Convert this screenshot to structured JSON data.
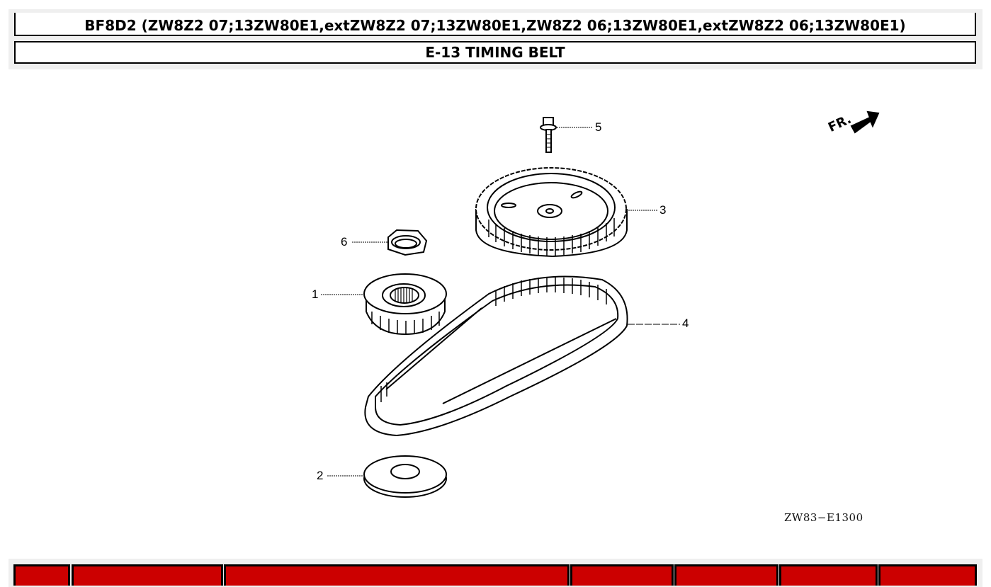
{
  "header": {
    "model_title": "BF8D2 (ZW8Z2 07;13ZW80E1,extZW8Z2 07;13ZW80E1,ZW8Z2 06;13ZW80E1,extZW8Z2 06;13ZW80E1)",
    "section_title": "E-13 TIMING BELT"
  },
  "diagram": {
    "direction_label": "FR.",
    "direction_icon": "arrow-front-icon",
    "reference_code": "ZW83−E1300",
    "callouts": [
      {
        "number": "1",
        "part": "driven pulley"
      },
      {
        "number": "2",
        "part": "pulley plate"
      },
      {
        "number": "3",
        "part": "timing pulley"
      },
      {
        "number": "4",
        "part": "timing belt"
      },
      {
        "number": "5",
        "part": "flange bolt"
      },
      {
        "number": "6",
        "part": "lock nut"
      }
    ]
  },
  "parts_table": {
    "header_color": "#cc0000",
    "columns": [
      {
        "label": ""
      },
      {
        "label": ""
      },
      {
        "label": ""
      },
      {
        "label": ""
      },
      {
        "label": ""
      },
      {
        "label": ""
      },
      {
        "label": ""
      }
    ]
  }
}
